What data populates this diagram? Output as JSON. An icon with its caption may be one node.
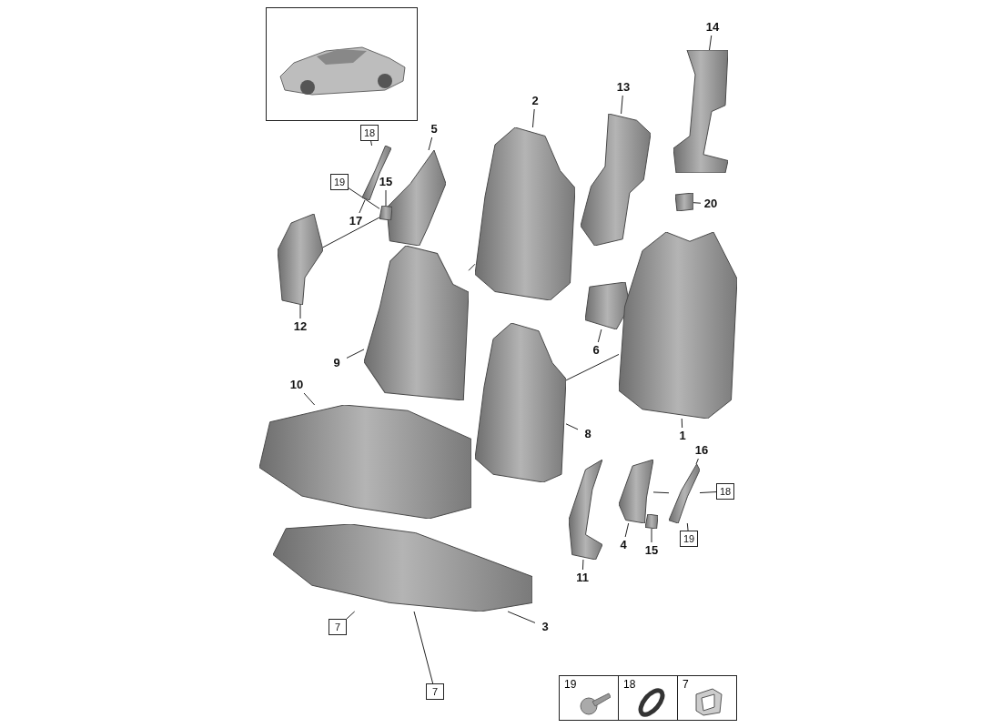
{
  "diagram": {
    "nodes": [
      {
        "text": [
          "14"
        ]
      },
      {
        "text": [
          "2"
        ]
      },
      {
        "text": [
          "13"
        ]
      },
      {
        "text": [
          "18"
        ]
      },
      {
        "text": [
          "5"
        ]
      },
      {
        "text": [
          "19"
        ]
      },
      {
        "text": [
          "15"
        ]
      },
      {
        "text": [
          "17"
        ]
      },
      {
        "text": [
          "20"
        ]
      },
      {
        "text": [
          "6"
        ]
      },
      {
        "text": [
          "12"
        ]
      },
      {
        "text": [
          "9"
        ]
      },
      {
        "text": [
          "10"
        ]
      },
      {
        "text": [
          "1"
        ]
      },
      {
        "text": [
          "8"
        ]
      },
      {
        "text": [
          "16"
        ]
      },
      {
        "text": [
          "18"
        ]
      },
      {
        "text": [
          "4"
        ]
      },
      {
        "text": [
          "15"
        ]
      },
      {
        "text": [
          "19"
        ]
      },
      {
        "text": [
          "11"
        ]
      },
      {
        "text": [
          "7"
        ]
      },
      {
        "text": [
          "3"
        ]
      },
      {
        "text": [
          "7"
        ]
      },
      {
        "text": [],
        "shape": "picture"
      },
      {
        "text": [],
        "shape": "picture"
      },
      {
        "text": [],
        "shape": "picture"
      },
      {
        "text": [],
        "shape": "picture"
      },
      {
        "text": [],
        "shape": "picture"
      },
      {
        "text": [],
        "shape": "picture"
      },
      {
        "text": [],
        "shape": "picture"
      },
      {
        "text": [],
        "shape": "picture"
      },
      {
        "text": [],
        "shape": "picture"
      },
      {
        "text": [],
        "shape": "picture"
      },
      {
        "text": [],
        "shape": "picture"
      },
      {
        "text": [],
        "shape": "picture"
      },
      {
        "text": [],
        "shape": "picture"
      },
      {
        "text": [],
        "shape": "picture"
      },
      {
        "text": [],
        "shape": "picture"
      },
      {
        "text": [],
        "shape": "picture"
      },
      {
        "text": [],
        "shape": "picture"
      },
      {
        "text": [],
        "shape": "picture"
      }
    ],
    "edges": [
      {
        "from": 0,
        "to": 24,
        "arrow": "none"
      },
      {
        "from": 1,
        "to": 25,
        "arrow": "none"
      },
      {
        "from": 2,
        "to": 26,
        "arrow": "none"
      },
      {
        "from": 3,
        "to": 29,
        "arrow": "none"
      },
      {
        "from": 4,
        "to": 27,
        "arrow": "none"
      },
      {
        "from": 5,
        "to": 28,
        "arrow": "none"
      },
      {
        "from": 6,
        "to": 28,
        "arrow": "none"
      },
      {
        "from": 7,
        "to": 29,
        "arrow": "none"
      },
      {
        "from": 8,
        "to": 30,
        "arrow": "none"
      },
      {
        "from": 9,
        "to": 31,
        "arrow": "none"
      },
      {
        "from": 10,
        "to": 32,
        "arrow": "none"
      },
      {
        "from": 11,
        "to": 33,
        "arrow": "none"
      },
      {
        "from": 12,
        "to": 34,
        "arrow": "none"
      },
      {
        "from": 13,
        "to": 35,
        "arrow": "none"
      },
      {
        "from": 14,
        "to": 36,
        "arrow": "none"
      },
      {
        "from": 15,
        "to": 37,
        "arrow": "none"
      },
      {
        "from": 16,
        "to": 37,
        "arrow": "none"
      },
      {
        "from": 17,
        "to": 38,
        "arrow": "none"
      },
      {
        "from": 18,
        "to": 39,
        "arrow": "none"
      },
      {
        "from": 19,
        "to": 37,
        "arrow": "none"
      },
      {
        "from": 20,
        "to": 40,
        "arrow": "none"
      },
      {
        "from": 21,
        "to": 41,
        "arrow": "none"
      },
      {
        "from": 22,
        "to": 41,
        "arrow": "none"
      },
      {
        "from": 23,
        "to": 41,
        "arrow": "none"
      },
      {
        "from": 29,
        "to": 27,
        "arrow": "none"
      },
      {
        "from": 27,
        "to": 32,
        "arrow": "none"
      },
      {
        "from": 25,
        "to": 33,
        "arrow": "none"
      },
      {
        "from": 35,
        "to": 36,
        "arrow": "none"
      },
      {
        "from": 38,
        "to": 37,
        "arrow": "none"
      }
    ],
    "labels": [
      "19",
      "18",
      "7"
    ]
  }
}
